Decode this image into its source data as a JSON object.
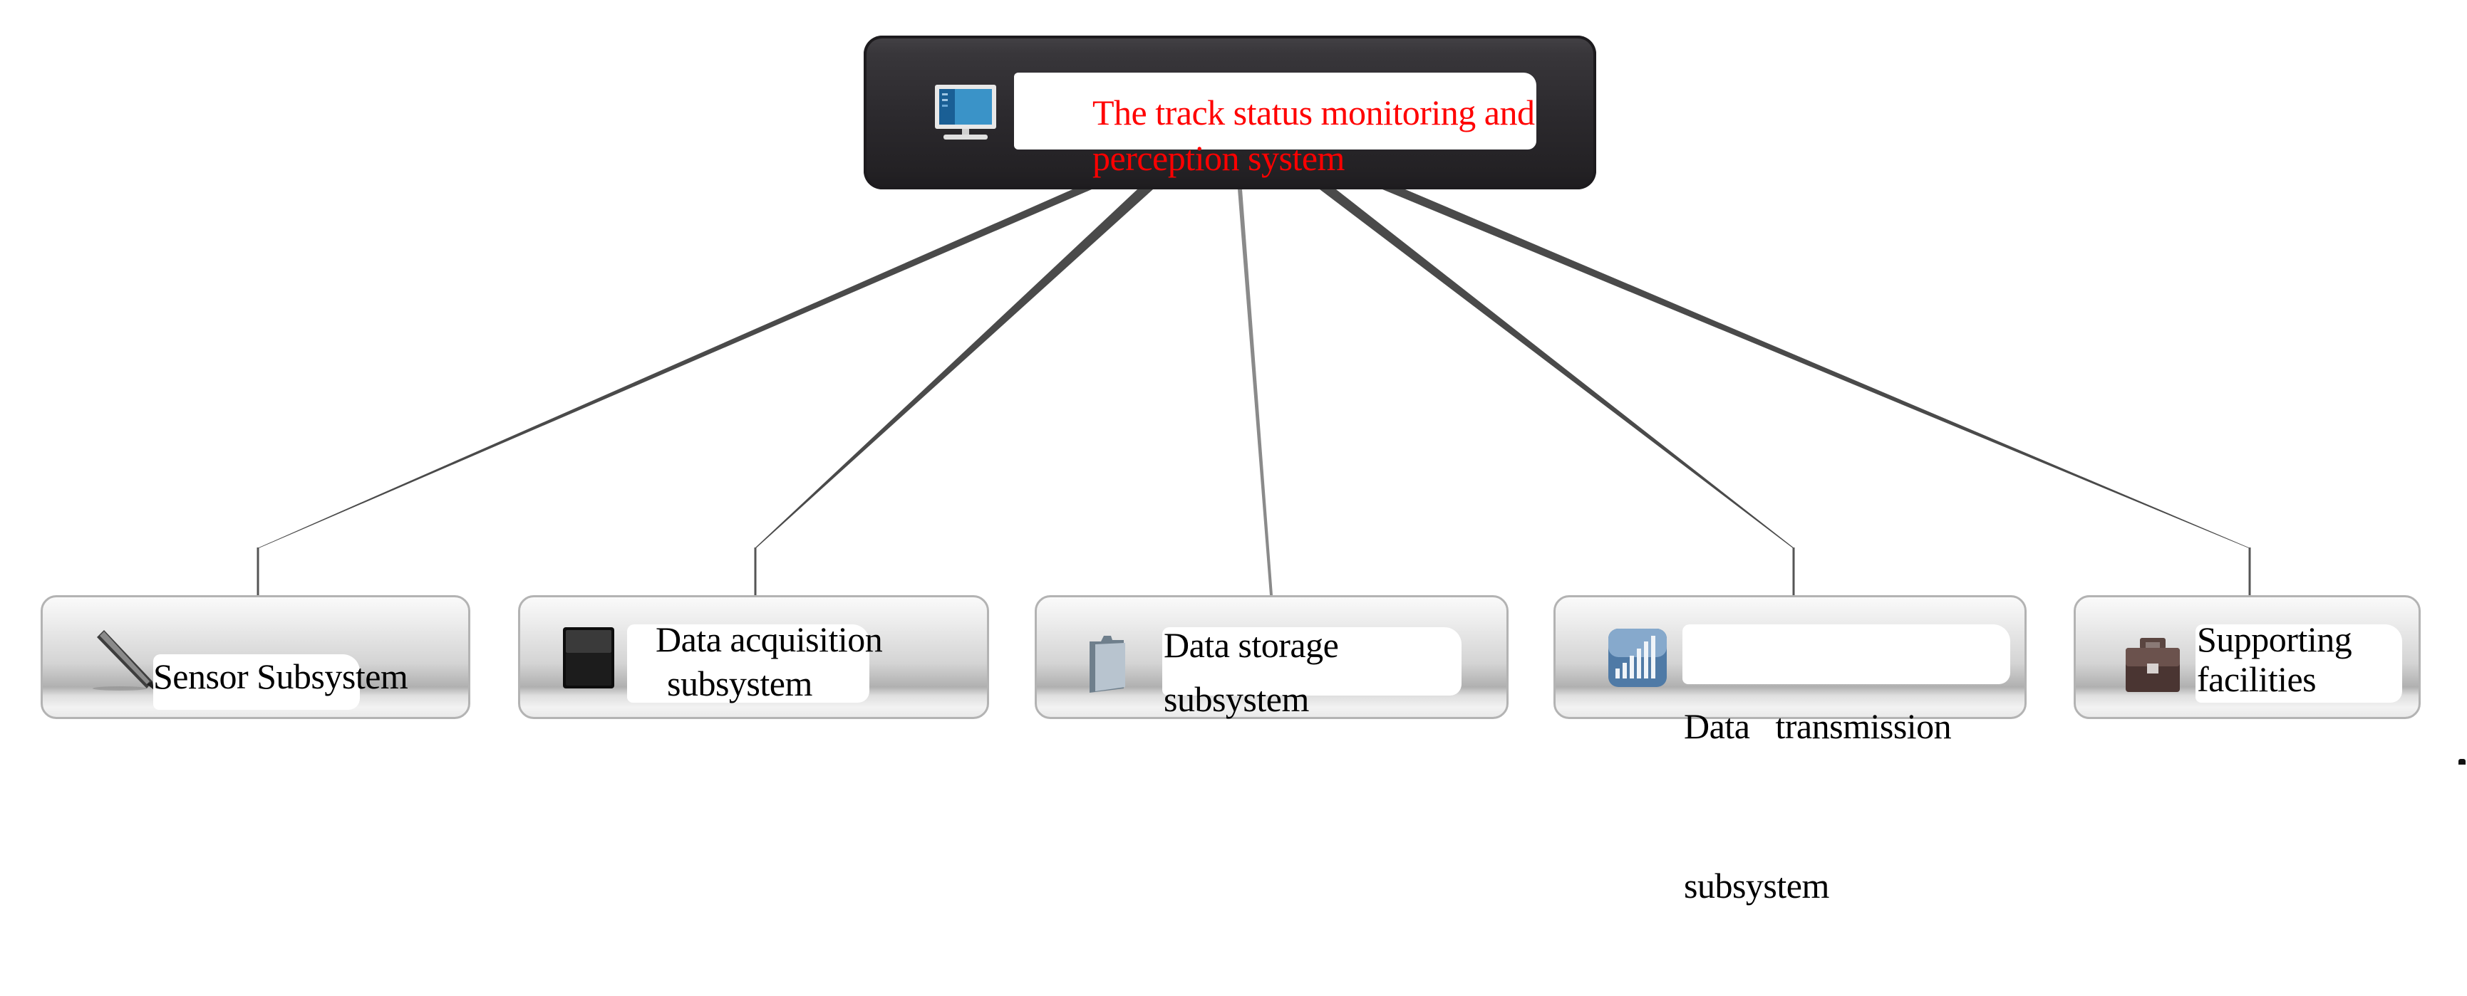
{
  "diagram": {
    "root": {
      "label_line1": "The track status monitoring and",
      "label_line2": "perception system",
      "icon": "monitor-icon",
      "text_color": "#ff0000",
      "node_color": "#2c2a2e"
    },
    "children": [
      {
        "label_line1": "Sensor Subsystem",
        "label_line2": "",
        "icon": "pen-sensor-icon"
      },
      {
        "label_line1": "Data acquisition",
        "label_line2": "subsystem",
        "icon": "black-device-icon"
      },
      {
        "label_line1": "Data storage",
        "label_line2": "subsystem",
        "icon": "folder-icon"
      },
      {
        "label_line1": "Data   transmission",
        "label_line2": "subsystem",
        "icon": "signal-bars-icon"
      },
      {
        "label_line1": "Supporting",
        "label_line2": "facilities",
        "icon": "briefcase-icon"
      }
    ],
    "connector_color": "#4a4a4a",
    "child_border_color": "#b3b3b3"
  }
}
